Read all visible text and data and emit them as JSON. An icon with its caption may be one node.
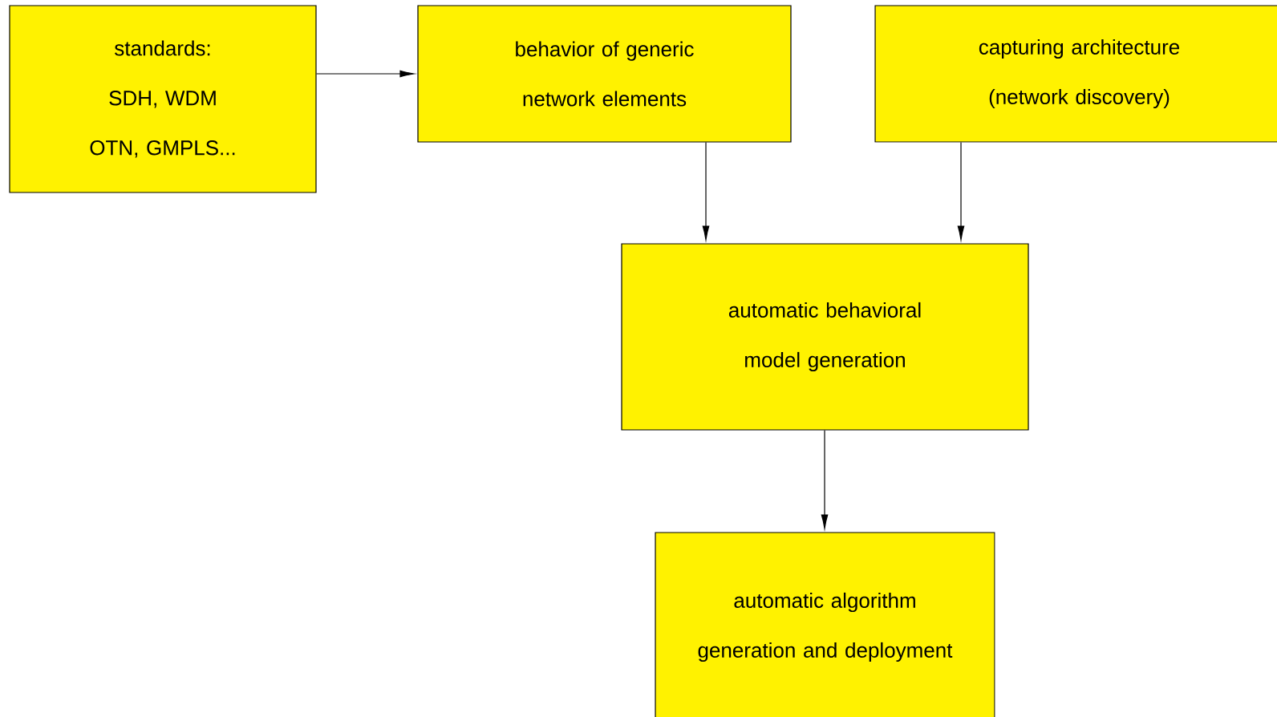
{
  "diagram": {
    "nodes": [
      {
        "text": [
          "standards: SDH, WDM OTN, GMPLS..."
        ]
      },
      {
        "text": [
          "behavior of generic network elements"
        ]
      },
      {
        "text": [
          "capturing architecture (network discovery)"
        ]
      },
      {
        "text": [
          "automatic behavioral model generation"
        ]
      },
      {
        "text": [
          "automatic algorithm generation and deployment"
        ]
      }
    ],
    "edges": [
      {
        "from": 0,
        "to": 1,
        "arrow": "to"
      },
      {
        "from": 1,
        "to": 3,
        "arrow": "to"
      },
      {
        "from": 2,
        "to": 3,
        "arrow": "to"
      },
      {
        "from": 3,
        "to": 4,
        "arrow": "to"
      }
    ]
  }
}
